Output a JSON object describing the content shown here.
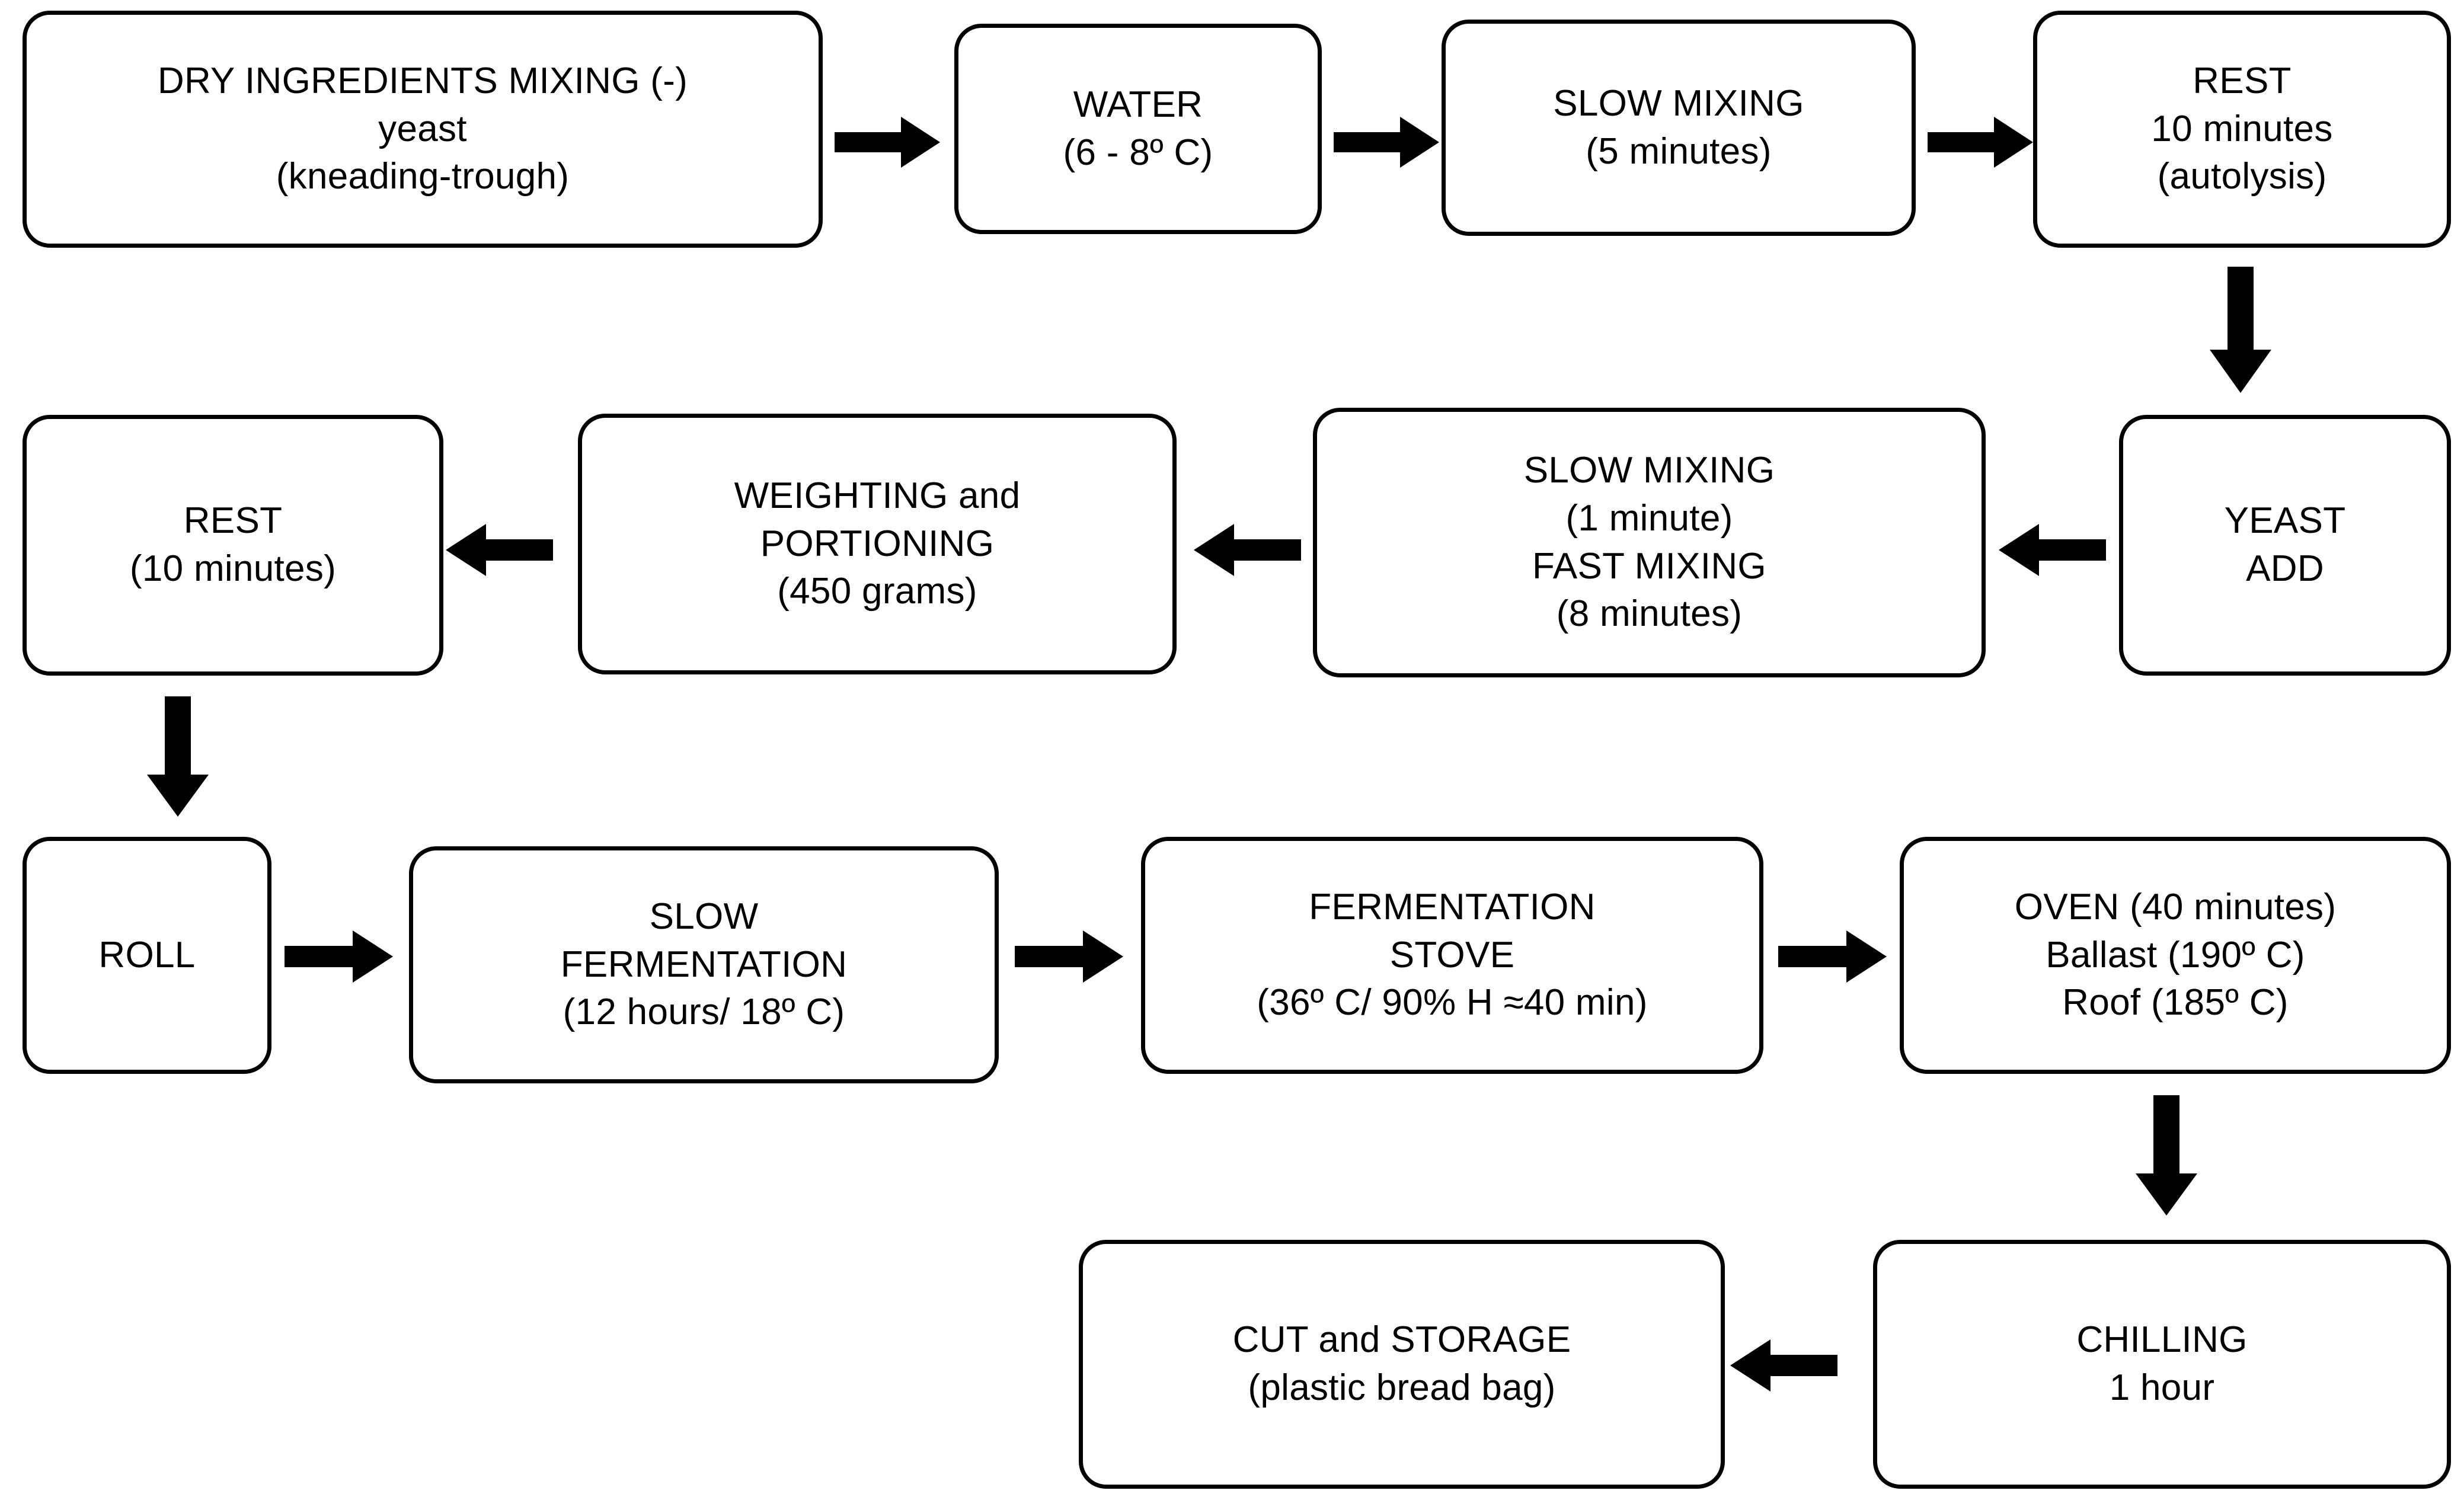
{
  "diagram": {
    "title": "Bread production process flowchart",
    "colors": {
      "stroke": "#000000",
      "fill": "#ffffff",
      "text": "#000000"
    },
    "nodes": [
      {
        "id": "dry-ingredients-mixing",
        "lines": [
          "DRY INGREDIENTS  MIXING  (-)",
          "yeast",
          "(kneading-trough)"
        ]
      },
      {
        "id": "water",
        "lines": [
          "WATER",
          "(6 - 8º C)"
        ]
      },
      {
        "id": "slow-mixing-5",
        "lines": [
          "SLOW MIXING",
          "(5 minutes)"
        ]
      },
      {
        "id": "rest-autolysis",
        "lines": [
          "REST",
          "10 minutes",
          "(autolysis)"
        ]
      },
      {
        "id": "yeast-add",
        "lines": [
          "YEAST",
          "ADD"
        ]
      },
      {
        "id": "slow-fast-mixing",
        "lines": [
          "SLOW MIXING",
          "(1 minute)",
          "FAST MIXING",
          "(8 minutes)"
        ]
      },
      {
        "id": "weighting-portioning",
        "lines": [
          "WEIGHTING  and",
          "PORTIONING",
          "(450 grams)"
        ]
      },
      {
        "id": "rest-10",
        "lines": [
          "REST",
          "(10 minutes)"
        ]
      },
      {
        "id": "roll",
        "lines": [
          "ROLL"
        ]
      },
      {
        "id": "slow-fermentation",
        "lines": [
          "SLOW",
          "FERMENTATION",
          "(12 hours/ 18º C)"
        ]
      },
      {
        "id": "fermentation-stove",
        "lines": [
          "FERMENTATION",
          "STOVE",
          "(36º C/ 90% H ≈40 min)"
        ]
      },
      {
        "id": "oven",
        "lines": [
          "OVEN (40 minutes)",
          "Ballast (190º C)",
          "Roof (185º C)"
        ]
      },
      {
        "id": "chilling",
        "lines": [
          "CHILLING",
          "1 hour"
        ]
      },
      {
        "id": "cut-storage",
        "lines": [
          "CUT  and  STORAGE",
          "(plastic bread bag)"
        ]
      }
    ],
    "connectors": [
      {
        "id": "dry-to-water",
        "direction": "right"
      },
      {
        "id": "water-to-slow-mixing",
        "direction": "right"
      },
      {
        "id": "slow-mixing-to-rest",
        "direction": "right"
      },
      {
        "id": "rest-to-yeast-add",
        "direction": "down"
      },
      {
        "id": "yeast-add-to-slow-fast-mixing",
        "direction": "left"
      },
      {
        "id": "slow-fast-mixing-to-weighting",
        "direction": "left"
      },
      {
        "id": "weighting-to-rest10",
        "direction": "left"
      },
      {
        "id": "rest10-to-roll",
        "direction": "down"
      },
      {
        "id": "roll-to-slow-fermentation",
        "direction": "right"
      },
      {
        "id": "slow-fermentation-to-stove",
        "direction": "right"
      },
      {
        "id": "stove-to-oven",
        "direction": "right"
      },
      {
        "id": "oven-to-chilling",
        "direction": "down"
      },
      {
        "id": "chilling-to-cut-storage",
        "direction": "left"
      }
    ]
  }
}
